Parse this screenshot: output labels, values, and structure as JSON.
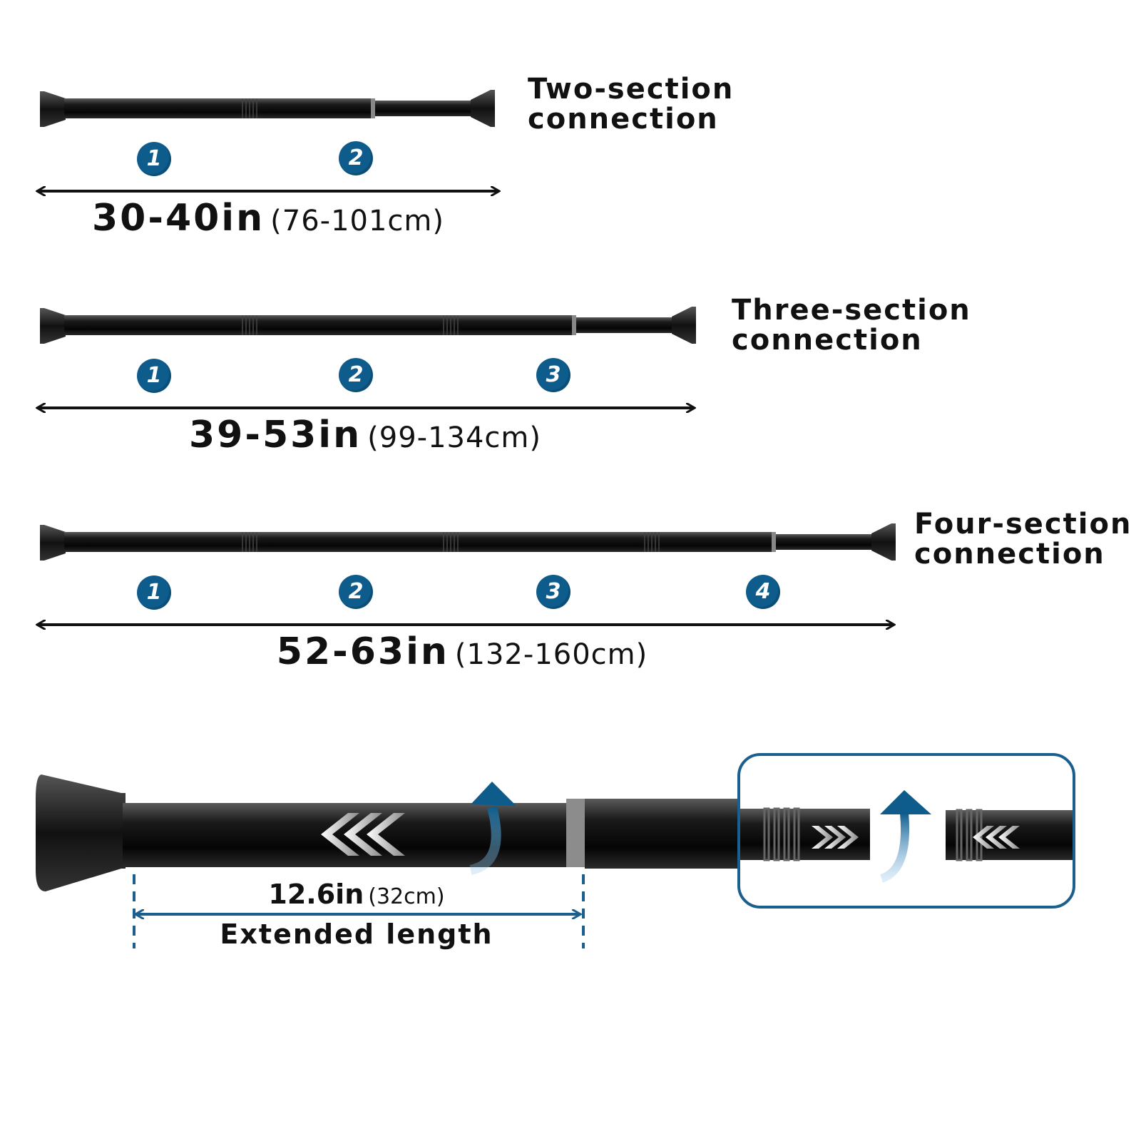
{
  "sections": [
    {
      "title_line1": "Two-section",
      "title_line2": "connection",
      "badges": [
        "1",
        "2"
      ],
      "length_in": "30-40in",
      "length_cm": "(76-101cm)"
    },
    {
      "title_line1": "Three-section",
      "title_line2": "connection",
      "badges": [
        "1",
        "2",
        "3"
      ],
      "length_in": "39-53in",
      "length_cm": "(99-134cm)"
    },
    {
      "title_line1": "Four-section",
      "title_line2": "connection",
      "badges": [
        "1",
        "2",
        "3",
        "4"
      ],
      "length_in": "52-63in",
      "length_cm": "(132-160cm)"
    }
  ],
  "detail": {
    "length_in": "12.6in",
    "length_cm": "(32cm)",
    "caption": "Extended length"
  },
  "colors": {
    "accent": "#0e5c8c",
    "rod": "#111111",
    "frame": "#1a5f8e"
  }
}
